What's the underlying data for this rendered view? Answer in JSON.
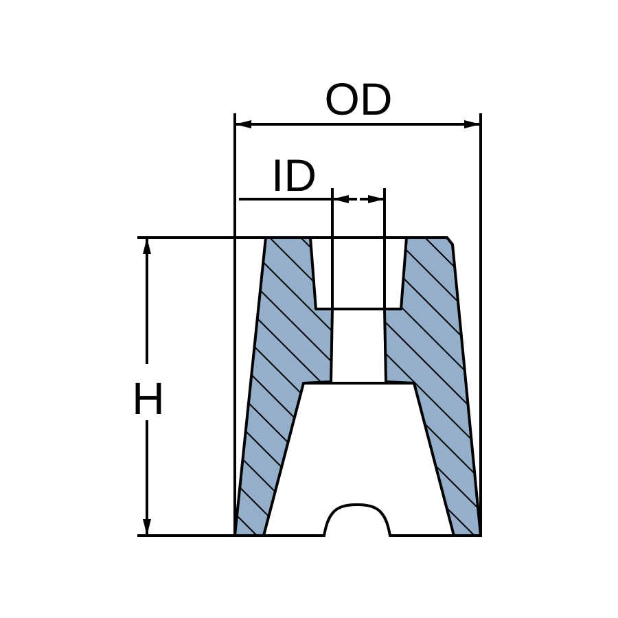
{
  "labels": {
    "outer_diameter": "OD",
    "inner_diameter": "ID",
    "height": "H"
  },
  "colors": {
    "section_fill": "#93afc9",
    "line": "#000000",
    "background": "#ffffff"
  }
}
